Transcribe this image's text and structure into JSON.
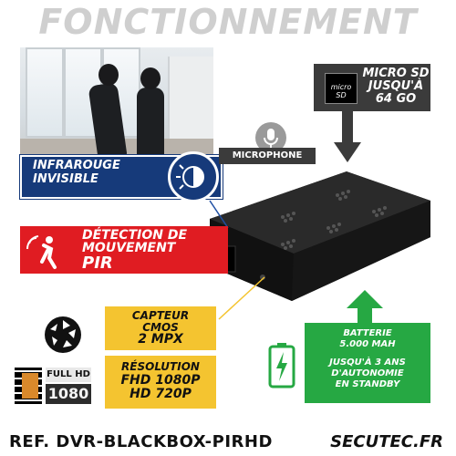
{
  "title": "FONCTIONNEMENT",
  "callouts": {
    "infrared": {
      "line1": "INFRAROUGE",
      "line2": "INVISIBLE"
    },
    "microphone": "MICROPHONE",
    "microsd": {
      "line1": "MICRO SD",
      "line2": "JUSQU'À",
      "line3": "64 GO",
      "card_label": "micro SD"
    },
    "pir": {
      "line1": "DÉTECTION DE",
      "line2": "MOUVEMENT",
      "line3": "PIR"
    },
    "sensor": {
      "line1": "CAPTEUR",
      "line2": "CMOS",
      "line3": "2 MPX"
    },
    "resolution": {
      "line1": "RÉSOLUTION",
      "line2": "FHD 1080P",
      "line3": "HD 720P"
    },
    "battery": {
      "line1": "BATTERIE",
      "line2": "5.000 MAH",
      "line3": "JUSQU'À 3 ANS",
      "line4": "D'AUTONOMIE",
      "line5": "EN STANDBY"
    }
  },
  "badges": {
    "fullhd_top": "FULL HD",
    "fullhd_bottom": "1080"
  },
  "footer": {
    "ref": "REF.  DVR-BLACKBOX-PIRHD",
    "site": "SECUTEC.FR"
  },
  "colors": {
    "blue": "#163a7a",
    "red": "#e01c22",
    "yellow": "#f4c430",
    "green": "#26a843",
    "grey": "#3b3b3b"
  },
  "icons": [
    "microphone-icon",
    "infrared-icon",
    "motion-icon",
    "aperture-icon",
    "battery-icon",
    "sd-card-icon"
  ]
}
